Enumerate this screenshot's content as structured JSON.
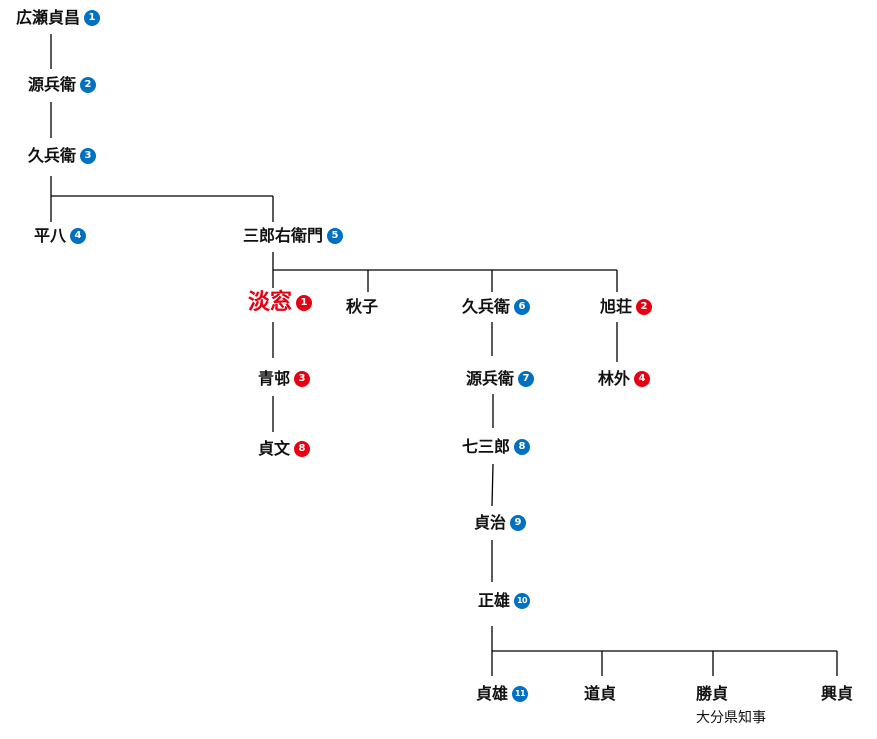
{
  "colors": {
    "blue_badge": "#0070c0",
    "red_badge": "#e60012",
    "highlight_name": "#e60012",
    "line": "#000000"
  },
  "nodes": {
    "sadamasa": {
      "name": "広瀬貞昌",
      "num": "1",
      "color": "blue"
    },
    "genbee1": {
      "name": "源兵衛",
      "num": "2",
      "color": "blue"
    },
    "kyubee1": {
      "name": "久兵衛",
      "num": "3",
      "color": "blue"
    },
    "heihachi": {
      "name": "平八",
      "num": "4",
      "color": "blue"
    },
    "saburouemon": {
      "name": "三郎右衛門",
      "num": "5",
      "color": "blue"
    },
    "tanso": {
      "name": "淡窓",
      "num": "1",
      "color": "red"
    },
    "akiko": {
      "name": "秋子"
    },
    "kyubee2": {
      "name": "久兵衛",
      "num": "6",
      "color": "blue"
    },
    "kyokuso": {
      "name": "旭荘",
      "num": "2",
      "color": "red"
    },
    "seiko": {
      "name": "青邨",
      "num": "3",
      "color": "red"
    },
    "genbee2": {
      "name": "源兵衛",
      "num": "7",
      "color": "blue"
    },
    "ringai": {
      "name": "林外",
      "num": "4",
      "color": "red"
    },
    "teibun": {
      "name": "貞文",
      "num": "8",
      "color": "red"
    },
    "shichisaburo": {
      "name": "七三郎",
      "num": "8",
      "color": "blue"
    },
    "sadaharu": {
      "name": "貞治",
      "num": "9",
      "color": "blue"
    },
    "masao": {
      "name": "正雄",
      "num": "10",
      "color": "blue"
    },
    "sadao": {
      "name": "貞雄",
      "num": "11",
      "color": "blue"
    },
    "michisada": {
      "name": "道貞"
    },
    "katsusada": {
      "name": "勝貞",
      "note": "大分県知事"
    },
    "okisada": {
      "name": "興貞"
    }
  }
}
